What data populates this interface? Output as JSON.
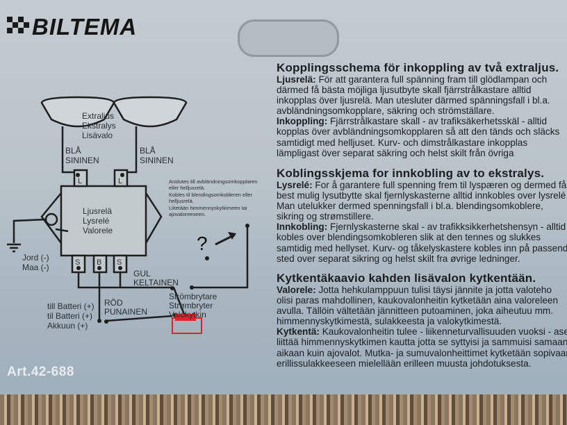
{
  "brand": "BILTEMA",
  "article": "Art.42-688",
  "diagram": {
    "lamp_label": [
      "Extraljus",
      "Ekstralys",
      "Lisävalo"
    ],
    "wire_blue": [
      "BLÅ",
      "SININEN"
    ],
    "relay_label": [
      "Ljusrelä",
      "Lysrelé",
      "Valorele"
    ],
    "terminal_l": "L",
    "terminal_s": "S",
    "terminal_b": "B",
    "ground_label": [
      "Jord (-)",
      "Maa (-)"
    ],
    "wire_yellow": [
      "GUL",
      "KELTAINEN"
    ],
    "wire_red": [
      "RÖD",
      "PUNAINEN"
    ],
    "battery_label": [
      "till Batteri (+)",
      "til Batteri (+)",
      "Akkuun (+)"
    ],
    "switch_label": [
      "Strömbrytare",
      "Strømbryter",
      "Valokytkin"
    ],
    "connect_note": [
      "Anslutes till avbländningsomkopplaren",
      "eller helljusrelä.",
      "Kobles til blendingsomkobleren eller",
      "helljusrelä.",
      "Liitetään himmennyskytkimeen tai",
      "ajovaloreeseen."
    ],
    "handwritten_mark": "?"
  },
  "sections": [
    {
      "title": "Kopplingsschema för inkoppling av två extraljus.",
      "lines": [
        [
          "Ljusrelä:",
          "För att garantera full spänning fram till glödlampan och"
        ],
        [
          "",
          "därmed få bästa möjliga ljusutbyte skall fjärrstrålkastare alltid"
        ],
        [
          "",
          "inkopplas över ljusrelä. Man utesluter därmed spänningsfall i bl.a."
        ],
        [
          "",
          "avbländningsomkopplare, säkring och strömställare."
        ],
        [
          "Inkoppling:",
          "Fjärrstrålkastare skall - av trafiksäkerhetsskäl - alltid"
        ],
        [
          "",
          "kopplas över avbländningsomkopplaren så att den tänds och släcks"
        ],
        [
          "",
          "samtidigt med helljuset. Kurv- och dimstrålkastare inkopplas"
        ],
        [
          "",
          "lämpligast över separat säkring och helst skilt från övriga"
        ]
      ]
    },
    {
      "title": "Koblingsskjema for innkobling av to ekstralys.",
      "lines": [
        [
          "Lysrelé:",
          "For å garantere full spenning frem til lyspæren og dermed få"
        ],
        [
          "",
          "best mulig lysutbytte skal fjernlyskasterne alltid innkobles over lysrelé"
        ],
        [
          "",
          "Man utelukker dermed spenningsfall i bl.a. blendingsomkoblere,"
        ],
        [
          "",
          "sikring og strømstillere."
        ],
        [
          "Innkobling:",
          "Fjernlyskasterne skal - av trafikksikkerhetshensyn - alltid"
        ],
        [
          "",
          "kobles over blendingsomkobleren slik at den tennes og slukkes"
        ],
        [
          "",
          "samtidig med hellyset. Kurv- og tåkelyskastere kobles inn på passende"
        ],
        [
          "",
          "sted over separat sikring og helst skilt fra øvrige ledninger."
        ]
      ]
    },
    {
      "title": "Kytkentäkaavio kahden lisävalon kytkentään.",
      "lines": [
        [
          "Valorele:",
          "Jotta hehkulamppuun tulisi täysi jännite ja jotta valoteho"
        ],
        [
          "",
          "olisi paras mahdollinen, kaukovalonheitin kytketään aina valoreleen"
        ],
        [
          "",
          "avulla. Tällöin vältetään jännitteen putoaminen, joka aiheutuu mm."
        ],
        [
          "",
          "himmennyskytkimestä, sulakkeesta ja valokytkimestä."
        ],
        [
          "Kytkentä:",
          "Kaukovalonheitin tulee - liikenneturvallisuuden vuoksi - asentaa"
        ],
        [
          "",
          "liittää himmennyskytkimen kautta jotta se syttyisi ja sammuisi samaan"
        ],
        [
          "",
          "aikaan kuin ajovalot. Mutka- ja sumuvalonheittimet kytketään sopivaan"
        ],
        [
          "",
          "erillissulakkeeseen mielellään erilleen muusta johdotuksesta."
        ]
      ]
    }
  ]
}
